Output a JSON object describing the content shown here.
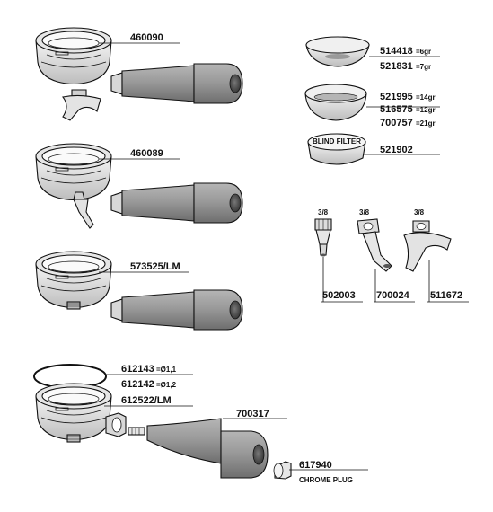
{
  "parts": {
    "p460090": "460090",
    "p460089": "460089",
    "p573525": "573525/LM",
    "p612143": "612143",
    "p612143_size": "=Ø1,1",
    "p612142": "612142",
    "p612142_size": "=Ø1,2",
    "p612522": "612522/LM",
    "p700317": "700317",
    "p617940": "617940",
    "p617940_label": "CHROME PLUG",
    "p514418": "514418",
    "p514418_grams": "=6gr",
    "p521831": "521831",
    "p521831_grams": "=7gr",
    "p521995": "521995",
    "p521995_grams": "=14gr",
    "p516575": "516575",
    "p516575_grams": "=12gr",
    "p700757": "700757",
    "p700757_grams": "=21gr",
    "p521902": "521902",
    "blind_filter_label": "BLIND FILTER",
    "p502003": "502003",
    "p700024": "700024",
    "p511672": "511672",
    "thread_size": "3/8"
  },
  "colors": {
    "handle_grip": "#9a9a9a",
    "handle_shade": "#6e6e6e",
    "end_cap": "#555555",
    "metal_light": "#e6e6e6",
    "metal_mid": "#bdbdbd",
    "outline": "#111111"
  }
}
